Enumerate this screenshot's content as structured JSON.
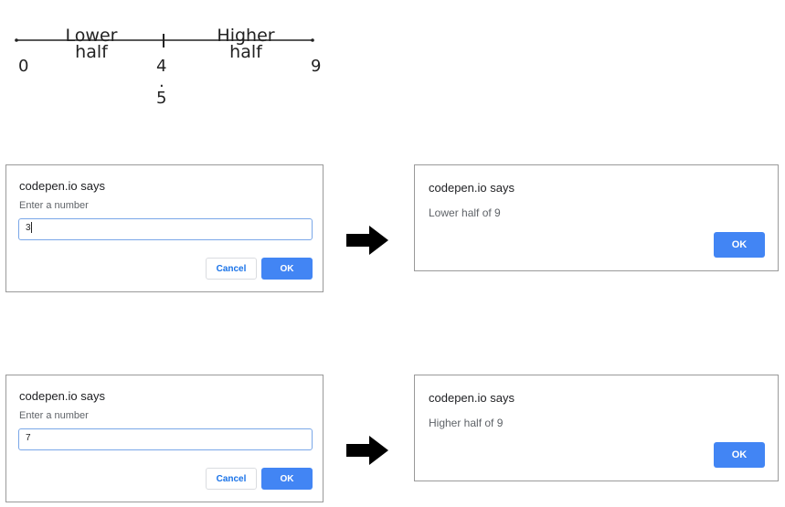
{
  "number_line": {
    "lower_label_line1": "Lower",
    "lower_label_line2": "half",
    "higher_label_line1": "Higher",
    "higher_label_line2": "half",
    "start": "0",
    "mid_top": "4",
    "mid_dot": ".",
    "mid_bottom": "5",
    "end": "9"
  },
  "dialogs": [
    {
      "title": "codepen.io says",
      "message": "Enter a number",
      "input_value": "3",
      "cancel_label": "Cancel",
      "ok_label": "OK"
    },
    {
      "title": "codepen.io says",
      "message": "Lower half of 9",
      "ok_label": "OK"
    },
    {
      "title": "codepen.io says",
      "message": "Enter a number",
      "input_value": "7",
      "cancel_label": "Cancel",
      "ok_label": "OK"
    },
    {
      "title": "codepen.io says",
      "message": "Higher half of 9",
      "ok_label": "OK"
    }
  ],
  "colors": {
    "ok_button": "#4285f4",
    "input_focus_border": "#7aa7e8",
    "arrow": "#000000"
  },
  "icons": [
    "right-arrow-icon"
  ]
}
